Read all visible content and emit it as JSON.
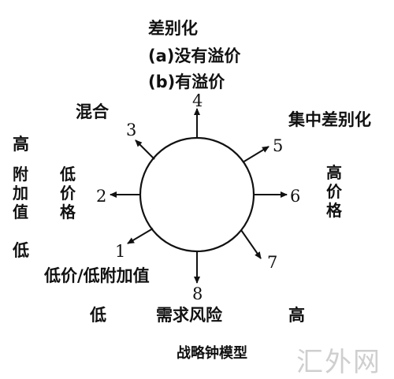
{
  "top_strategy": {
    "title": "差别化",
    "line_a": "(a)没有溢价",
    "line_b": "(b)有溢价"
  },
  "mixed": "混合",
  "focused_diff": "集中差别化",
  "left_axis": {
    "high": "高",
    "col1": [
      "附",
      "加",
      "值"
    ],
    "col2": [
      "低",
      "价",
      "格"
    ],
    "low": "低"
  },
  "right_axis": [
    "高",
    "价",
    "格"
  ],
  "low_price_low_value": "低价/低附加值",
  "bottom_axis": {
    "low": "低",
    "label": "需求风险",
    "high": "高"
  },
  "caption": "战略钟模型",
  "watermark": "汇外网",
  "numbers": [
    "1",
    "2",
    "3",
    "4",
    "5",
    "6",
    "7",
    "8"
  ]
}
